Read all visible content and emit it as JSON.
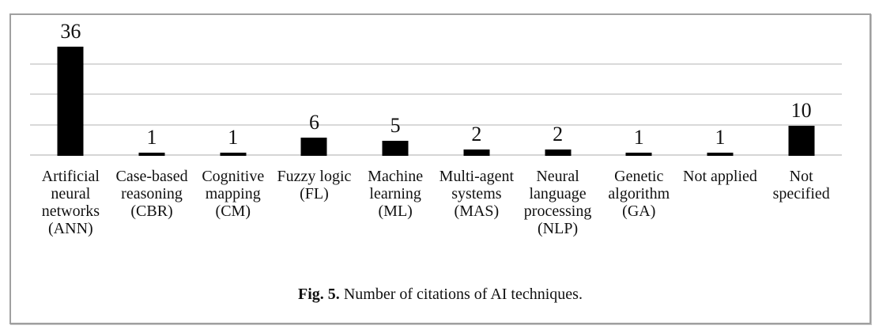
{
  "figure": {
    "caption_label": "Fig. 5.",
    "caption_text": "Number of citations of AI techniques."
  },
  "chart_data": {
    "type": "bar",
    "title": "Fig. 5. Number of citations of AI techniques.",
    "categories": [
      "Artificial neural networks (ANN)",
      "Case-based reasoning (CBR)",
      "Cognitive mapping (CM)",
      "Fuzzy logic (FL)",
      "Machine learning (ML)",
      "Multi-agent systems (MAS)",
      "Neural language processing (NLP)",
      "Genetic algorithm (GA)",
      "Not applied",
      "Not specified"
    ],
    "category_lines": [
      [
        "Artificial",
        "neural",
        "networks",
        "(ANN)"
      ],
      [
        "Case-based",
        "reasoning",
        "(CBR)"
      ],
      [
        "Cognitive",
        "mapping",
        "(CM)"
      ],
      [
        "Fuzzy logic",
        "(FL)"
      ],
      [
        "Machine",
        "learning",
        "(ML)"
      ],
      [
        "Multi-agent",
        "systems",
        "(MAS)"
      ],
      [
        "Neural",
        "language",
        "processing",
        "(NLP)"
      ],
      [
        "Genetic",
        "algorithm",
        "(GA)"
      ],
      [
        "Not applied"
      ],
      [
        "Not",
        "specified"
      ]
    ],
    "values": [
      36,
      1,
      1,
      6,
      5,
      2,
      2,
      1,
      1,
      10
    ],
    "value_labels_shown": true,
    "xlabel": "",
    "ylabel": "",
    "ylim": [
      0,
      40
    ],
    "gridline_values": [
      10,
      20,
      30
    ],
    "grid": "horizontal",
    "legend_position": "none",
    "colors": {
      "bar": "#000000",
      "gridline": "#d9d9d9",
      "frame_border": "#a0a0a0",
      "text": "#111111",
      "background": "#ffffff"
    }
  }
}
